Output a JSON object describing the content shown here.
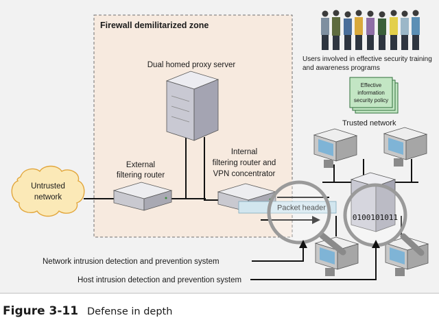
{
  "dmz": {
    "title": "Firewall demilitarized zone"
  },
  "labels": {
    "proxy": "Dual homed proxy server",
    "external_router": [
      "External",
      "filtering router"
    ],
    "internal_router": [
      "Internal",
      "filtering router and",
      "VPN concentrator"
    ],
    "untrusted": [
      "Untrusted",
      "network"
    ],
    "users": [
      "Users involved in effective security training",
      "and awareness programs"
    ],
    "policy": [
      "Effective",
      "information",
      "security policy"
    ],
    "trusted": "Trusted network",
    "packet_header": "Packet header",
    "binary": "0100101011",
    "nids": "Network intrusion detection and prevention system",
    "hids": "Host intrusion detection and prevention system"
  },
  "caption": {
    "figure": "Figure 3-11",
    "title": "Defense in depth"
  },
  "colors": {
    "panel": "#f2f2f2",
    "dmz_fill": "#f7eadf",
    "dmz_border": "#6f6f6f",
    "cloud": "#fbe9b7",
    "packet_bar": "#d2e6ef",
    "policy_doc": "#c3e6c4",
    "device": "#d9d9d9"
  },
  "icons": [
    "user-group-icon",
    "proxy-server-icon",
    "router-icon",
    "cloud-icon",
    "workstation-icon",
    "magnifier-icon",
    "policy-document-icon"
  ]
}
